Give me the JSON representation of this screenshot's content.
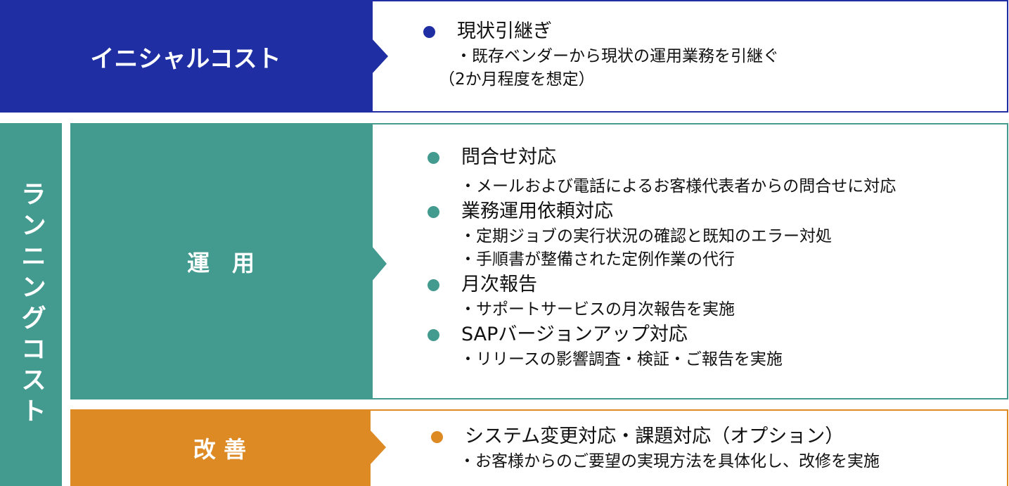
{
  "colors": {
    "initial": "#1f2fa3",
    "running": "#439b8f",
    "improve": "#dd8a24"
  },
  "initial": {
    "label": "イニシャルコスト",
    "items": [
      {
        "title": "現状引継ぎ",
        "details": [
          "・既存ベンダーから現状の運用業務を引継ぐ",
          "（2か月程度を想定）"
        ]
      }
    ]
  },
  "running": {
    "label": "ランニングコスト",
    "operation": {
      "label": "運　用",
      "items": [
        {
          "title": "問合せ対応",
          "details": [
            "・メールおよび電話によるお客様代表者からの問合せに対応"
          ]
        },
        {
          "title": "業務運用依頼対応",
          "details": [
            "・定期ジョブの実行状況の確認と既知のエラー対処",
            "・手順書が整備された定例作業の代行"
          ]
        },
        {
          "title": "月次報告",
          "details": [
            "・サポートサービスの月次報告を実施"
          ]
        },
        {
          "title": "SAPバージョンアップ対応",
          "details": [
            "・リリースの影響調査・検証・ご報告を実施"
          ]
        }
      ]
    },
    "improvement": {
      "label": "改 善",
      "items": [
        {
          "title": "システム変更対応・課題対応（オプション）",
          "details": [
            "・お客様からのご要望の実現方法を具体化し、改修を実施"
          ]
        }
      ]
    }
  }
}
